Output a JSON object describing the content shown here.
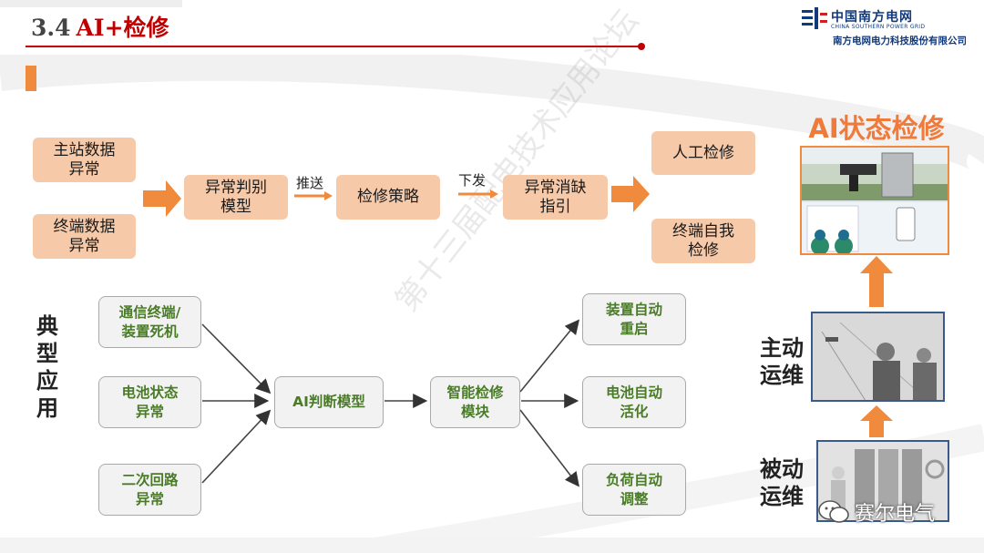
{
  "header": {
    "number": "3.4",
    "title": "AI+检修",
    "logo_name": "中国南方电网",
    "logo_en": "CHINA SOUTHERN POWER GRID",
    "company": "南方电网电力科技股份有限公司"
  },
  "top_flow": {
    "sources": [
      "主站数据\n异常",
      "终端数据\n异常"
    ],
    "model": "异常判别\n模型",
    "push_label": "推送",
    "strategy": "检修策略",
    "issue_label": "下发",
    "guidance": "异常消缺\n指引",
    "outcomes": [
      "人工检修",
      "终端自我\n检修"
    ]
  },
  "typical": {
    "label": "典型应用",
    "inputs": [
      "通信终端/\n装置死机",
      "电池状态\n异常",
      "二次回路\n异常"
    ],
    "model": "AI判断模型",
    "module": "智能检修\n模块",
    "outputs": [
      "装置自动\n重启",
      "电池自动\n活化",
      "负荷自动\n调整"
    ]
  },
  "side": {
    "ai_title": "AI状态检修",
    "active": "主动\n运维",
    "passive": "被动\n运维"
  },
  "watermark": "第十三届配电技术应用论坛",
  "wechat": "赛尔电气",
  "colors": {
    "accent_red": "#c00000",
    "orange_box": "#f6c9a9",
    "orange_arrow": "#f08a3c",
    "green_text": "#4a7c28",
    "gray_box": "#f2f2f2"
  }
}
